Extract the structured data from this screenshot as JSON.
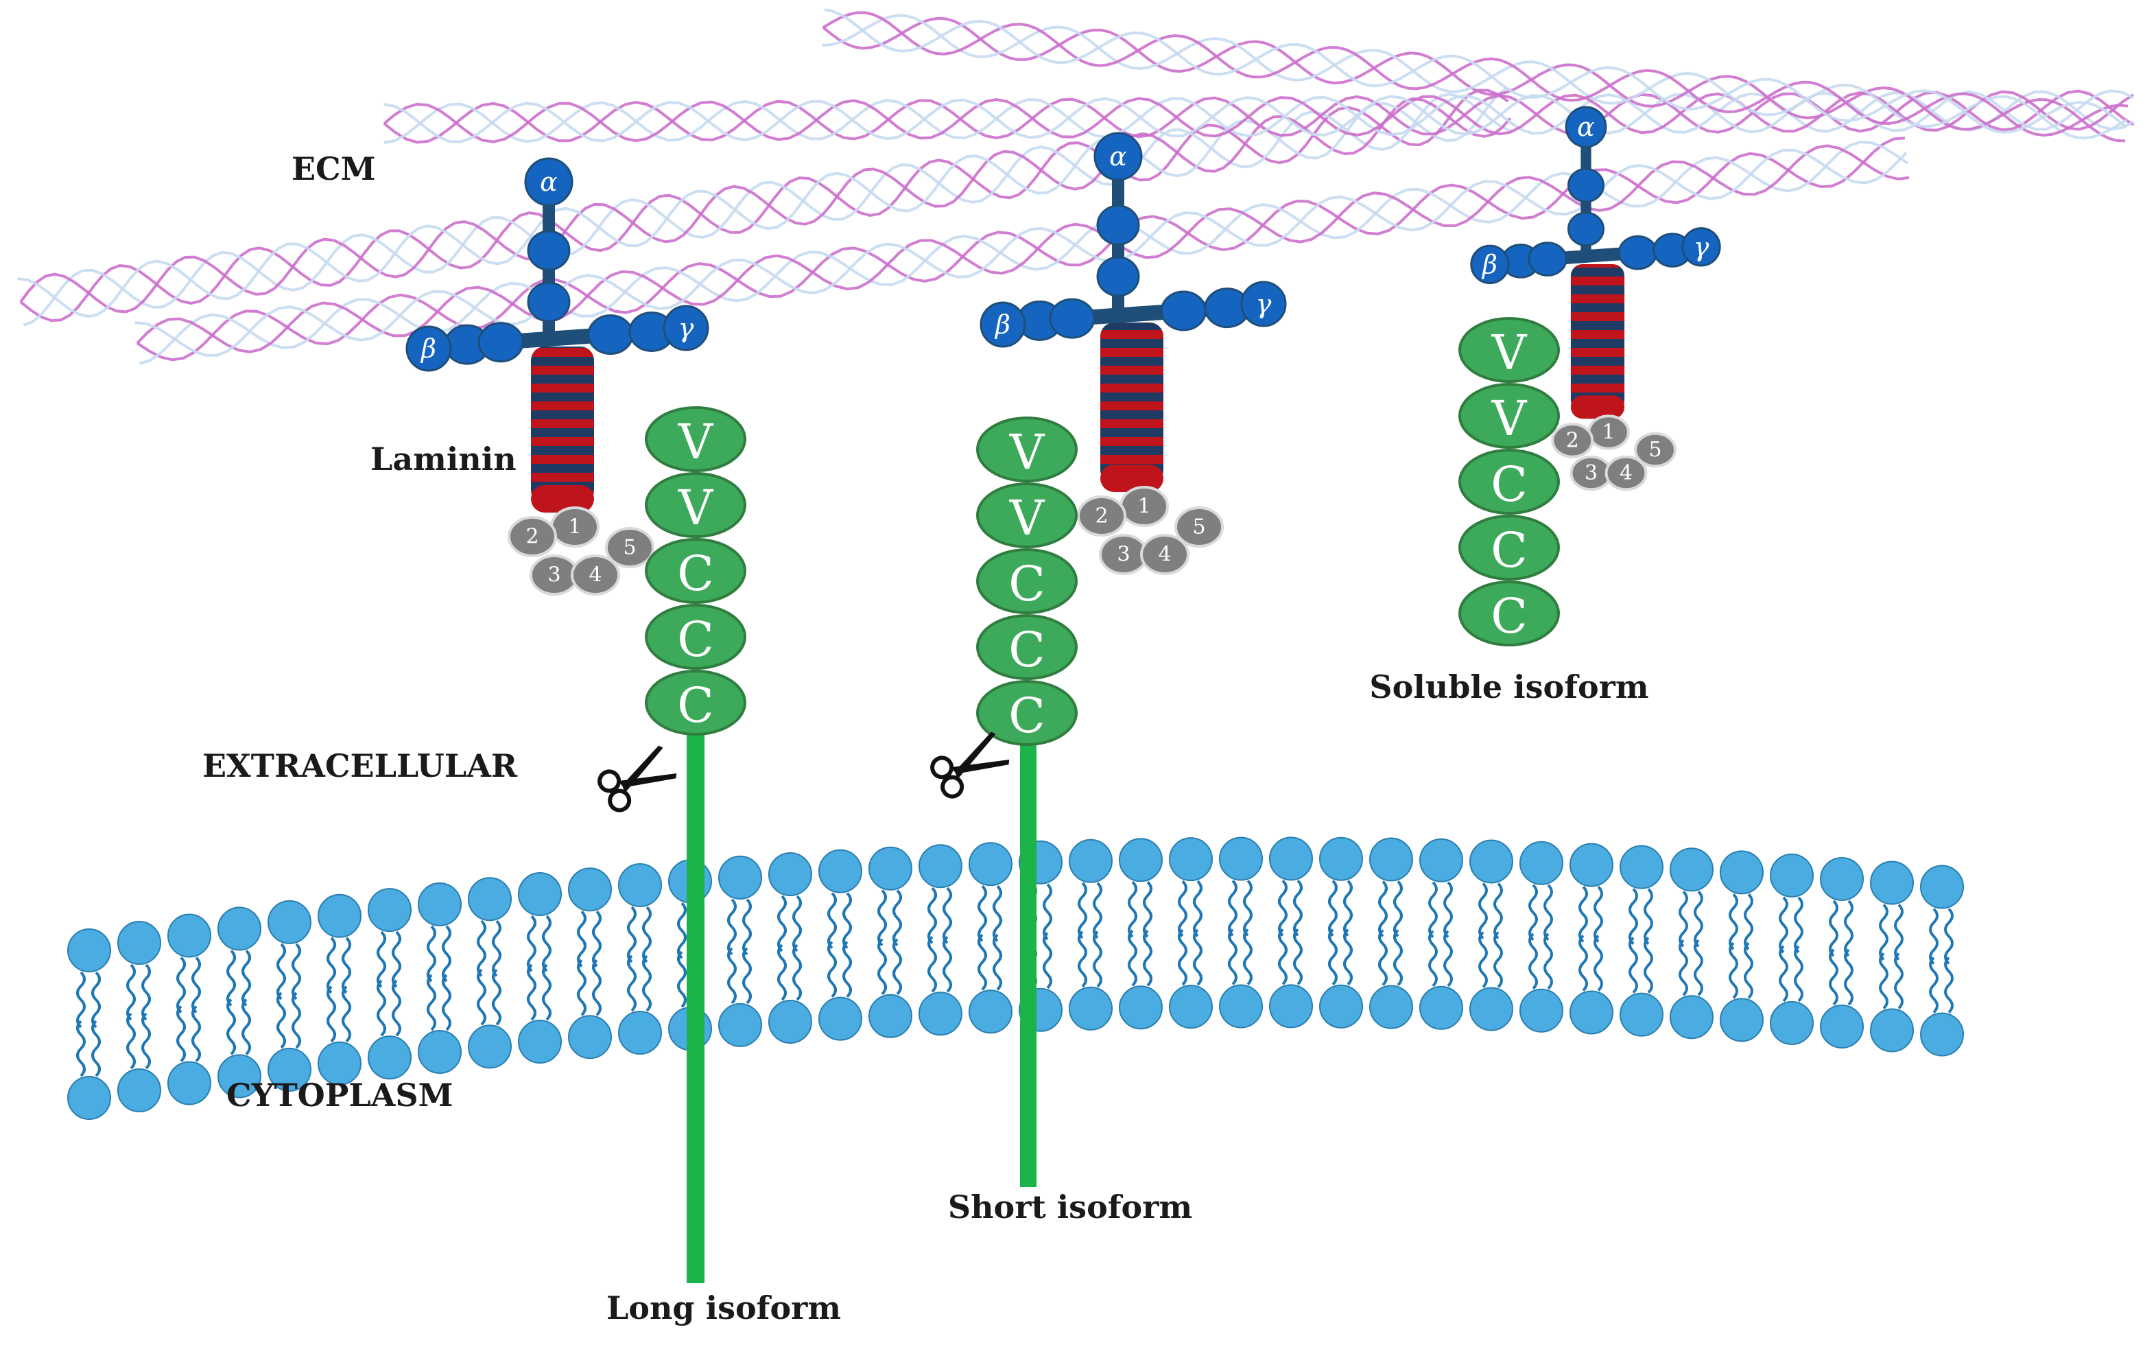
{
  "labels": {
    "ecm": "ECM",
    "laminin": "Laminin",
    "extracellular": "EXTRACELLULAR",
    "cytoplasm": "CYTOPLASM",
    "long_isoform": "Long isoform",
    "short_isoform": "Short isoform",
    "soluble_isoform": "Soluble isoform"
  },
  "laminin_chains": {
    "alpha": "α",
    "beta": "β",
    "gamma": "γ"
  },
  "laminin_domains": [
    "1",
    "2",
    "3",
    "4",
    "5"
  ],
  "receptor_domains": [
    "V",
    "V",
    "C",
    "C",
    "C"
  ],
  "colors": {
    "ecm_fiber_pink": "#cc6fcc",
    "ecm_fiber_blue": "#c6daf0",
    "laminin_blue": "#1565c0",
    "laminin_dark": "#1f4e79",
    "laminin_red": "#c0141c",
    "receptor_green": "#3caa5a",
    "receptor_stalk": "#1cb34a",
    "lipid_head": "#4aace0",
    "lipid_tail": "#1f77b4",
    "lg_domain_grey": "#7f7f7f"
  },
  "icons": {
    "cleavage": "scissors-icon"
  }
}
